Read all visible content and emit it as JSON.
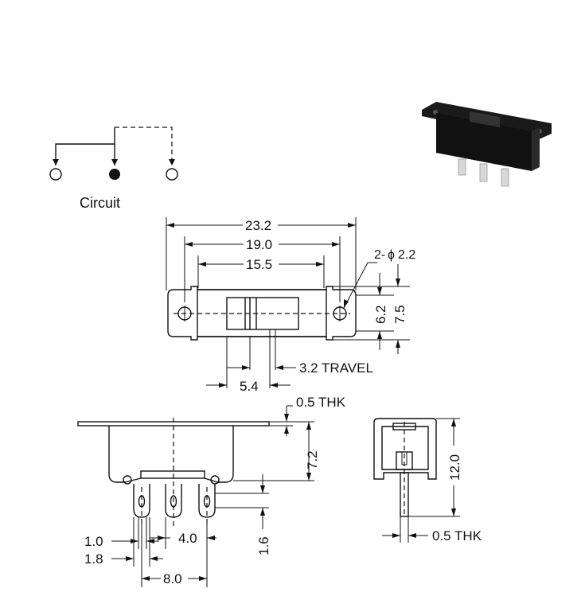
{
  "circuit": {
    "label": "Circuit"
  },
  "top_view": {
    "dim_overall": "23.2",
    "dim_mount": "19.0",
    "dim_body": "15.5",
    "dim_hole": "2-",
    "dim_hole_phi": "ϕ",
    "dim_hole_value": "2.2",
    "dim_width_inner": "6.2",
    "dim_width_outer": "7.5",
    "dim_travel": "3.2 TRAVEL",
    "dim_knob": "5.4"
  },
  "front_view": {
    "dim_thk": "0.5 THK",
    "dim_height": "7.2",
    "dim_pin_width": "1.0",
    "dim_pin_gap": "1.8",
    "dim_pin_pitch": "4.0",
    "dim_pin_len": "1.6",
    "dim_pin_span": "8.0"
  },
  "side_view": {
    "dim_height": "12.0",
    "dim_thk": "0.5 THK"
  },
  "photo": {
    "alt": "slide switch photo"
  }
}
